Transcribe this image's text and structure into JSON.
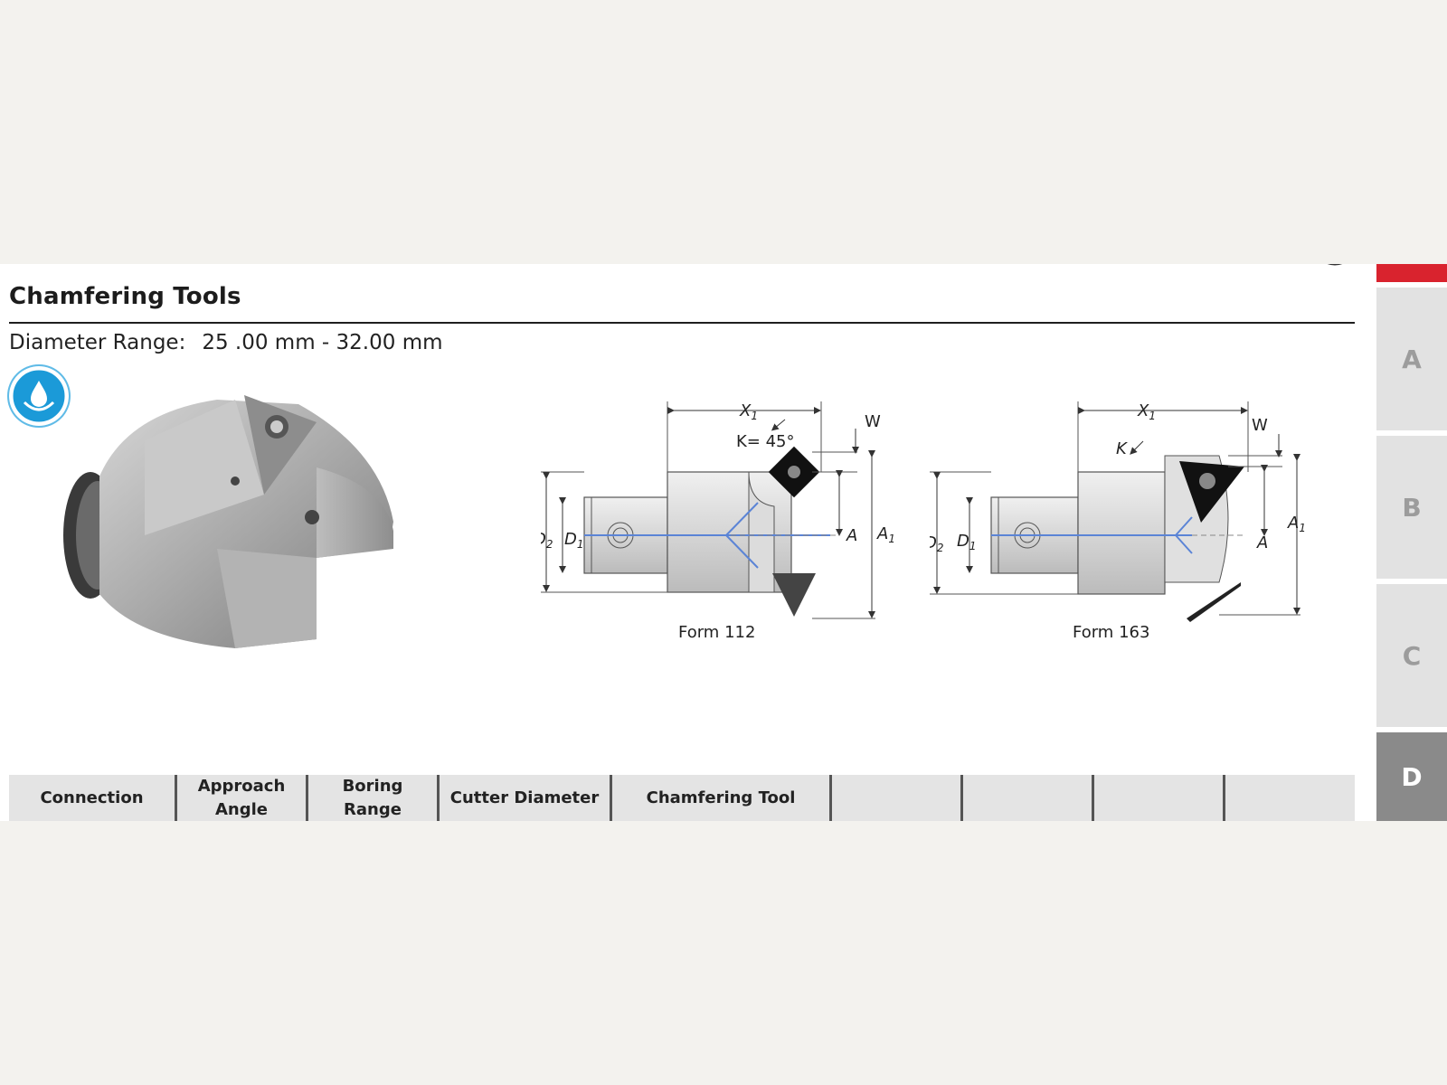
{
  "header": {
    "title": "Chamfering Tools",
    "range_label": "Diameter Range:",
    "range_value": "25 .00 mm - 32.00 mm"
  },
  "icons": {
    "coolant": "coolant-drop-icon"
  },
  "diagrams": [
    {
      "form_label": "Form 112",
      "labels": {
        "x1": "X",
        "x1_sub": "1",
        "k": "K= 45°",
        "w": "W",
        "a": "A",
        "a1": "A",
        "a1_sub": "1",
        "d2": "D",
        "d2_sub": "2",
        "d1": "D",
        "d1_sub": "1"
      }
    },
    {
      "form_label": "Form 163",
      "labels": {
        "x1": "X",
        "x1_sub": "1",
        "k": "K",
        "w": "W",
        "a": "A",
        "a1": "A",
        "a1_sub": "1",
        "d2": "D",
        "d2_sub": "2",
        "d1": "D",
        "d1_sub": "1"
      }
    }
  ],
  "sidebar": {
    "tabs": [
      {
        "label": "A",
        "active": false
      },
      {
        "label": "B",
        "active": false
      },
      {
        "label": "C",
        "active": false
      },
      {
        "label": "D",
        "active": true
      }
    ],
    "accent": "#d9232e"
  },
  "table": {
    "headers": [
      {
        "line1": "Connection",
        "line2": ""
      },
      {
        "line1": "Approach",
        "line2": "Angle"
      },
      {
        "line1": "Boring",
        "line2": "Range"
      },
      {
        "line1": "Cutter Diameter",
        "line2": ""
      },
      {
        "line1": "Chamfering Tool",
        "line2": ""
      },
      {
        "line1": "",
        "line2": ""
      },
      {
        "line1": "",
        "line2": ""
      },
      {
        "line1": "",
        "line2": ""
      },
      {
        "line1": "",
        "line2": ""
      }
    ]
  }
}
